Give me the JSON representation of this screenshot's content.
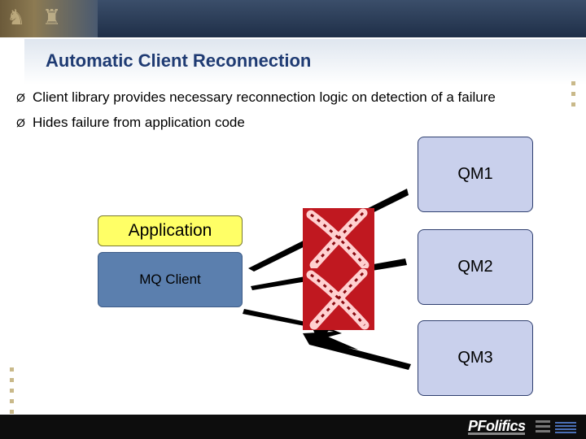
{
  "slide": {
    "title": "Automatic Client Reconnection",
    "bullets": [
      "Client library provides necessary reconnection logic on detection of a failure",
      "Hides failure from application code"
    ],
    "bullet_marker": "Ø"
  },
  "diagram": {
    "application_label": "Application",
    "client_label": "MQ Client",
    "queue_managers": [
      "QM1",
      "QM2",
      "QM3"
    ]
  },
  "colors": {
    "header": "#1f2f48",
    "title": "#1f3b73",
    "application_fill": "#ffff66",
    "client_fill": "#5b7fae",
    "qm_fill": "#c9d0ec",
    "failure_mark": "#c01820",
    "footer": "#0d0d0d"
  },
  "icons": [
    "header-photo",
    "failure-x-icon",
    "company-logo",
    "ibm-partner-logo"
  ]
}
